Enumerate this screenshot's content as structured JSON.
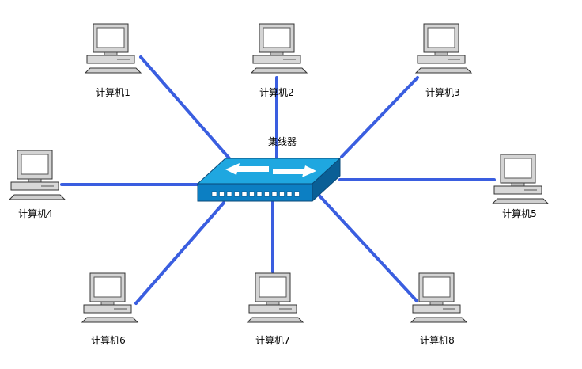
{
  "hub": {
    "label": "集线器",
    "colors": {
      "top": "#1fa7e0",
      "front": "#0c7fc3",
      "side": "#0a5f96",
      "arrow": "#ffffff",
      "port": "#ffffff"
    }
  },
  "link_color": "#3a5ee0",
  "computers": [
    {
      "id": "pc1",
      "label": "计算机1"
    },
    {
      "id": "pc2",
      "label": "计算机2"
    },
    {
      "id": "pc3",
      "label": "计算机3"
    },
    {
      "id": "pc4",
      "label": "计算机4"
    },
    {
      "id": "pc5",
      "label": "计算机5"
    },
    {
      "id": "pc6",
      "label": "计算机6"
    },
    {
      "id": "pc7",
      "label": "计算机7"
    },
    {
      "id": "pc8",
      "label": "计算机8"
    }
  ]
}
